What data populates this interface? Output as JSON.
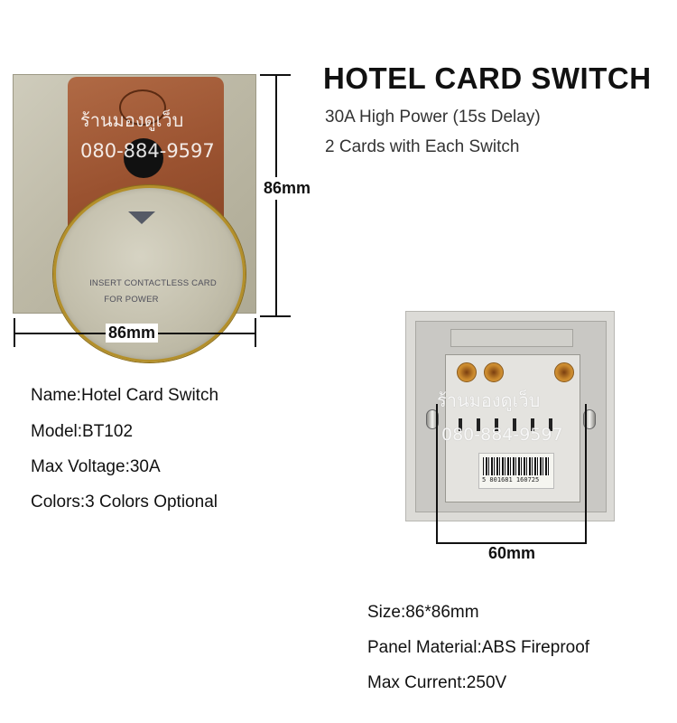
{
  "product": {
    "title": "HOTEL CARD SWITCH",
    "subtitle_lines": [
      "30A High Power (15s Delay)",
      "2 Cards with Each Switch"
    ]
  },
  "front": {
    "card_watermark_line1": "ร้านมองดูเว็บ",
    "card_watermark_line2": "080-884-9597",
    "disc_text_line1": "INSERT CONTACTLESS CARD",
    "disc_text_line2": "FOR POWER",
    "height_label": "86mm",
    "width_label": "86mm"
  },
  "back": {
    "watermark_line1": "ร้านมองดูเว็บ",
    "watermark_line2": "080-884-9597",
    "barcode_number": "5 801681 160725",
    "width_label": "60mm"
  },
  "specs_left": [
    "Name:Hotel Card Switch",
    "Model:BT102",
    "Max Voltage:30A",
    "Colors:3 Colors Optional"
  ],
  "specs_right": [
    "Size:86*86mm",
    "Panel Material:ABS Fireproof",
    "Max Current:250V"
  ],
  "colors": {
    "panel": "#bdb9a6",
    "card": "#9a5230",
    "ring": "#b38f2a"
  }
}
